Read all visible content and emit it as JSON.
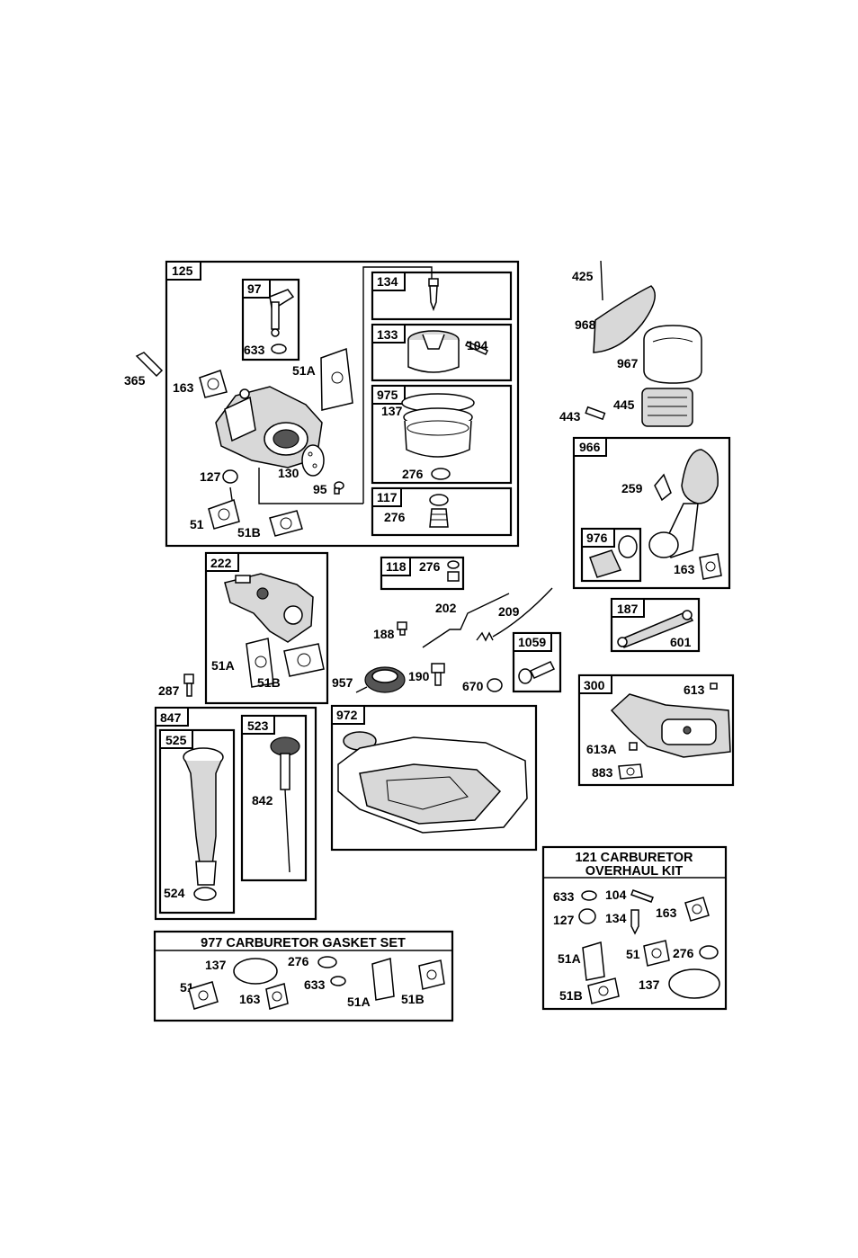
{
  "boxes": {
    "b125": "125",
    "b97": "97",
    "b134": "134",
    "b133": "133",
    "b975": "975",
    "b117": "117",
    "b222": "222",
    "b118": "118",
    "b1059": "1059",
    "b966": "966",
    "b976": "976",
    "b187": "187",
    "b300": "300",
    "b847": "847",
    "b525": "525",
    "b523": "523",
    "b972": "972"
  },
  "kits": {
    "gasket_set_title": "977 CARBURETOR  GASKET SET",
    "overhaul_title_line1": "121 CARBURETOR",
    "overhaul_title_line2": "OVERHAUL KIT"
  },
  "labels": {
    "p365": "365",
    "p163a": "163",
    "p633a": "633",
    "p51Aa": "51A",
    "p127a": "127",
    "p130": "130",
    "p95": "95",
    "p51a": "51",
    "p51Ba": "51B",
    "p104a": "104",
    "p137a": "137",
    "p276a": "276",
    "p276b": "276",
    "p425": "425",
    "p968": "968",
    "p967": "967",
    "p443": "443",
    "p445": "445",
    "p259": "259",
    "p163b": "163",
    "p276c": "276",
    "p202": "202",
    "p209": "209",
    "p188": "188",
    "p51Ab": "51A",
    "p51Bb": "51B",
    "p287": "287",
    "p957": "957",
    "p190": "190",
    "p670": "670",
    "p601": "601",
    "p613": "613",
    "p613A": "613A",
    "p883": "883",
    "p842": "842",
    "p524": "524",
    "p633b": "633",
    "p104b": "104",
    "p127b": "127",
    "p134b": "134",
    "p163c": "163",
    "p51Ac": "51A",
    "p51c": "51",
    "p276d": "276",
    "p51Bc": "51B",
    "p137b": "137",
    "p137c": "137",
    "p276e": "276",
    "p51d": "51",
    "p163d": "163",
    "p633c": "633",
    "p51Ad": "51A",
    "p51Bd": "51B"
  }
}
